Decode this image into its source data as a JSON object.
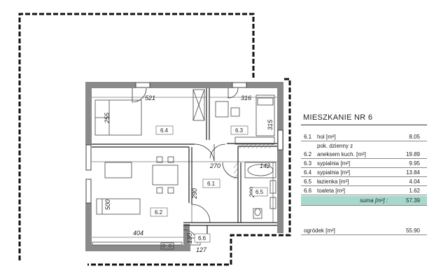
{
  "legend": {
    "title": "MIESZKANIE NR  6",
    "rooms": [
      {
        "num": "6.1",
        "name": "hol [m²]",
        "area": "8.05"
      },
      {
        "num": "",
        "name": "pok. dzienny z",
        "area": ""
      },
      {
        "num": "6.2",
        "name": "aneksem kuch. [m²]",
        "area": "19.89"
      },
      {
        "num": "6.3",
        "name": "sypialnia [m²]",
        "area": "9.95"
      },
      {
        "num": "6.4",
        "name": "sypialnia [m²]",
        "area": "13.84"
      },
      {
        "num": "6.5",
        "name": "łazienka [m²]",
        "area": "4.04"
      },
      {
        "num": "6.6",
        "name": "toaleta [m²]",
        "area": "1.62"
      }
    ],
    "sum_label": "suma [m²] :",
    "sum_value": "57.39",
    "garden_label": "ogródek [m²]",
    "garden_value": "55.90"
  },
  "plan": {
    "rooms": {
      "r64": "6.4",
      "r63": "6.3",
      "r61": "6.1",
      "r62": "6.2",
      "r65": "6.5",
      "r66": "6.6"
    },
    "dims": {
      "d521": "521",
      "d316": "316",
      "d255": "255",
      "d315": "315",
      "d270": "270",
      "d142": "142",
      "d290a": "290",
      "d290b": "290",
      "d500": "500",
      "d404": "404",
      "d130": "130",
      "d127": "127"
    }
  }
}
